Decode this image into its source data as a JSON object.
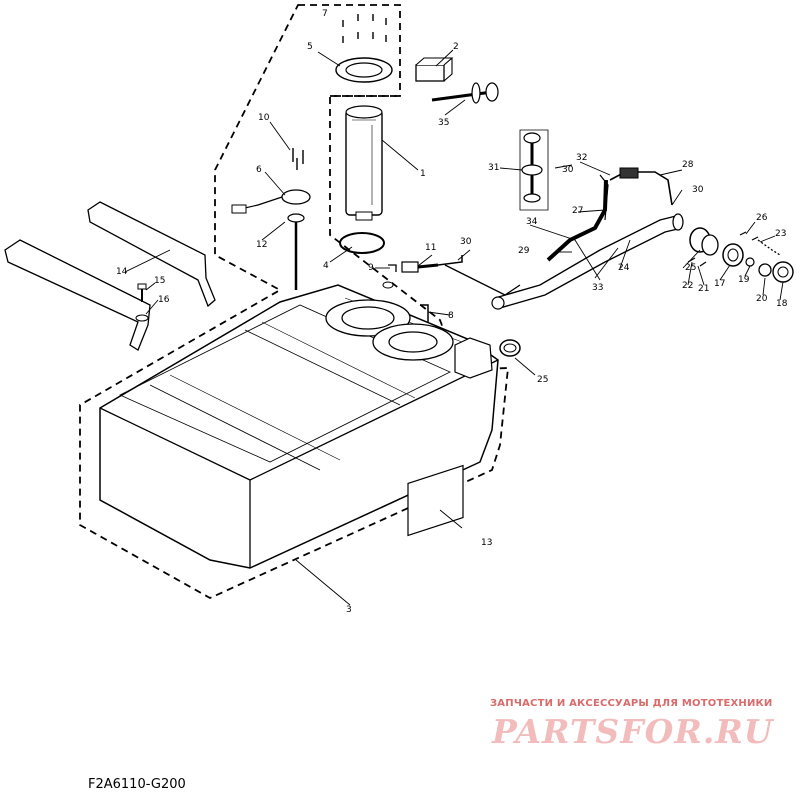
{
  "diagram": {
    "code": "F2A6110-G200",
    "parts": [
      {
        "id": "p1",
        "label": "1"
      },
      {
        "id": "p2",
        "label": "2"
      },
      {
        "id": "p3",
        "label": "3"
      },
      {
        "id": "p4",
        "label": "4"
      },
      {
        "id": "p5",
        "label": "5"
      },
      {
        "id": "p6",
        "label": "6"
      },
      {
        "id": "p7",
        "label": "7"
      },
      {
        "id": "p8",
        "label": "8"
      },
      {
        "id": "p9",
        "label": "9"
      },
      {
        "id": "p10",
        "label": "10"
      },
      {
        "id": "p11",
        "label": "11"
      },
      {
        "id": "p12",
        "label": "12"
      },
      {
        "id": "p13",
        "label": "13"
      },
      {
        "id": "p14",
        "label": "14"
      },
      {
        "id": "p15",
        "label": "15"
      },
      {
        "id": "p16",
        "label": "16"
      },
      {
        "id": "p17",
        "label": "17"
      },
      {
        "id": "p18",
        "label": "18"
      },
      {
        "id": "p19",
        "label": "19"
      },
      {
        "id": "p20",
        "label": "20"
      },
      {
        "id": "p21",
        "label": "21"
      },
      {
        "id": "p22",
        "label": "22"
      },
      {
        "id": "p23",
        "label": "23"
      },
      {
        "id": "p24",
        "label": "24"
      },
      {
        "id": "p25a",
        "label": "25"
      },
      {
        "id": "p25b",
        "label": "25"
      },
      {
        "id": "p26",
        "label": "26"
      },
      {
        "id": "p27",
        "label": "27"
      },
      {
        "id": "p28",
        "label": "28"
      },
      {
        "id": "p29",
        "label": "29"
      },
      {
        "id": "p30a",
        "label": "30"
      },
      {
        "id": "p30b",
        "label": "30"
      },
      {
        "id": "p30c",
        "label": "30"
      },
      {
        "id": "p31",
        "label": "31"
      },
      {
        "id": "p32",
        "label": "32"
      },
      {
        "id": "p33",
        "label": "33"
      },
      {
        "id": "p34",
        "label": "34"
      },
      {
        "id": "p35",
        "label": "35"
      }
    ]
  },
  "watermark": {
    "caption": "ЗАПЧАСТИ И АКСЕССУАРЫ ДЛЯ МОТОТЕХНИКИ",
    "brand": "PARTSFOR.RU",
    "color": "#d96b6b"
  }
}
